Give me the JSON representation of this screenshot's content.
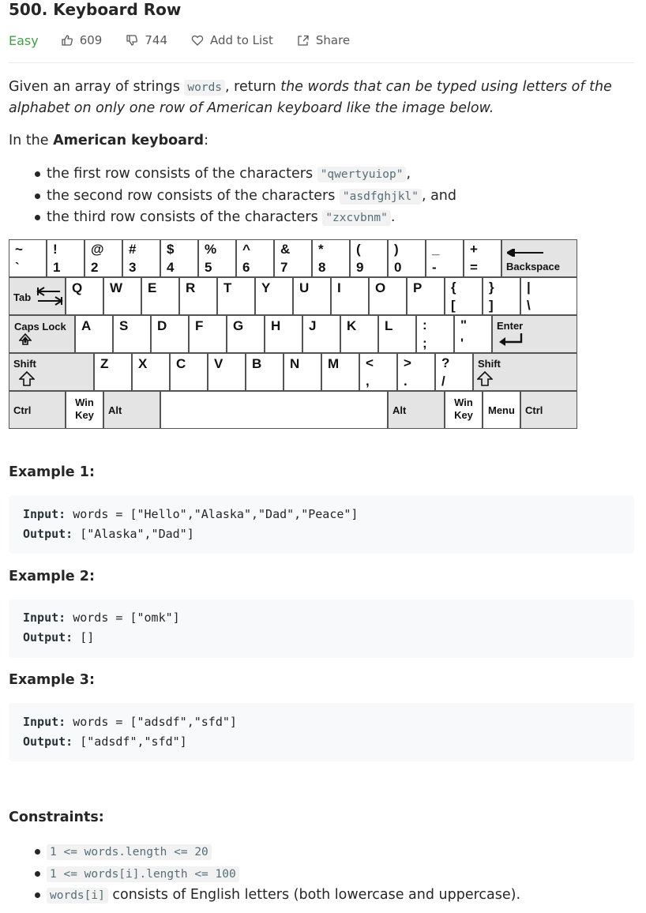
{
  "problem": {
    "title": "500. Keyboard Row",
    "difficulty": "Easy",
    "likes": "609",
    "dislikes": "744",
    "add_to_list": "Add to List",
    "share": "Share"
  },
  "description": {
    "p1_pre": "Given an array of strings ",
    "p1_code": "words",
    "p1_mid": ", return ",
    "p1_em": "the words that can be typed using letters of the alphabet on only one row of American keyboard like the image below.",
    "p2_pre": "In the ",
    "p2_bold": "American keyboard",
    "p2_post": ":",
    "rows": [
      {
        "pre": "the first row consists of the characters ",
        "code": "\"qwertyuiop\"",
        "post": ","
      },
      {
        "pre": "the second row consists of the characters ",
        "code": "\"asdfghjkl\"",
        "post": ", and"
      },
      {
        "pre": "the third row consists of the characters ",
        "code": "\"zxcvbnm\"",
        "post": "."
      }
    ]
  },
  "keyboard": {
    "number_row": [
      [
        "~",
        "`"
      ],
      [
        "!",
        "1"
      ],
      [
        "@",
        "2"
      ],
      [
        "#",
        "3"
      ],
      [
        "$",
        "4"
      ],
      [
        "%",
        "5"
      ],
      [
        "^",
        "6"
      ],
      [
        "&",
        "7"
      ],
      [
        "*",
        "8"
      ],
      [
        "(",
        "9"
      ],
      [
        ")",
        "0"
      ],
      [
        "_",
        "-"
      ],
      [
        "+",
        "="
      ]
    ],
    "backspace": "Backspace",
    "tab": "Tab",
    "qwerty_row": [
      "Q",
      "W",
      "E",
      "R",
      "T",
      "Y",
      "U",
      "I",
      "O",
      "P"
    ],
    "bracket_keys": [
      [
        "{",
        "["
      ],
      [
        "}",
        "]"
      ],
      [
        "|",
        "\\"
      ]
    ],
    "caps": "Caps Lock",
    "asdf_row": [
      "A",
      "S",
      "D",
      "F",
      "G",
      "H",
      "J",
      "K",
      "L"
    ],
    "punct_keys": [
      [
        ":",
        ";"
      ],
      [
        "\"",
        "'"
      ]
    ],
    "enter": "Enter",
    "shift": "Shift",
    "zxcv_row": [
      "Z",
      "X",
      "C",
      "V",
      "B",
      "N",
      "M"
    ],
    "angle_keys": [
      [
        "<",
        ","
      ],
      [
        ">",
        "."
      ],
      [
        "?",
        "/"
      ]
    ],
    "ctrl": "Ctrl",
    "win": "Win Key",
    "alt": "Alt",
    "menu": "Menu"
  },
  "examples": [
    {
      "heading": "Example 1:",
      "input_label": "Input:",
      "input": " words = [\"Hello\",\"Alaska\",\"Dad\",\"Peace\"]",
      "output_label": "Output:",
      "output": " [\"Alaska\",\"Dad\"]"
    },
    {
      "heading": "Example 2:",
      "input_label": "Input:",
      "input": " words = [\"omk\"]",
      "output_label": "Output:",
      "output": " []"
    },
    {
      "heading": "Example 3:",
      "input_label": "Input:",
      "input": " words = [\"adsdf\",\"sfd\"]",
      "output_label": "Output:",
      "output": " [\"adsdf\",\"sfd\"]"
    }
  ],
  "constraints": {
    "heading": "Constraints:",
    "c1": "1 <= words.length <= 20",
    "c2": "1 <= words[i].length <= 100",
    "c3_code": "words[i]",
    "c3_post": " consists of English letters (both lowercase and uppercase)."
  },
  "colors": {
    "easy": "#43a047",
    "code_text": "#546e7a",
    "code_bg": "#f2f2f2",
    "example_bg": "#f7f9fa"
  }
}
